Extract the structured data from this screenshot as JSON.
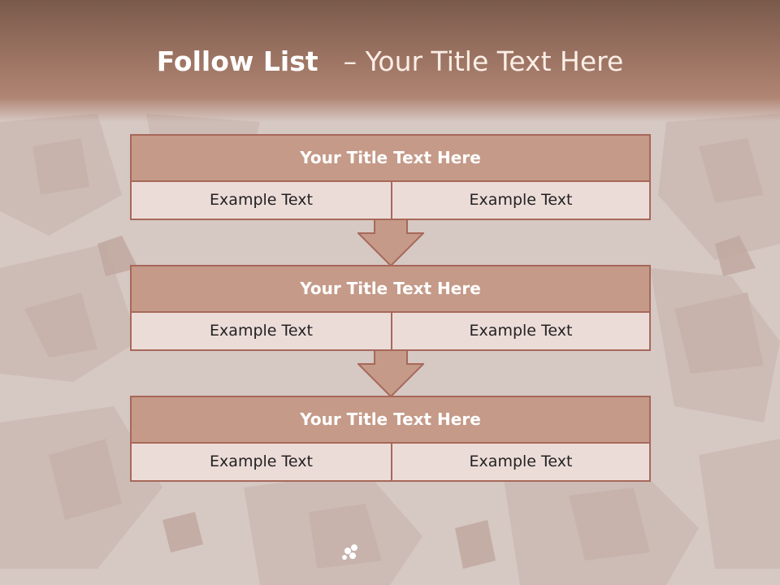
{
  "slide": {
    "title_bold": "Follow List",
    "title_dash": "–",
    "title_rest": "Your Title Text Here"
  },
  "blocks": [
    {
      "title": "Your Title Text Here",
      "left": "Example Text",
      "right": "Example Text"
    },
    {
      "title": "Your Title Text Here",
      "left": "Example Text",
      "right": "Example Text"
    },
    {
      "title": "Your Title Text Here",
      "left": "Example Text",
      "right": "Example Text"
    }
  ],
  "colors": {
    "header": "#8f6857",
    "block_title_fill": "#c59a88",
    "cell_fill": "#ecdcd8",
    "border": "#a7685a",
    "arrow_fill": "#c59a88"
  }
}
